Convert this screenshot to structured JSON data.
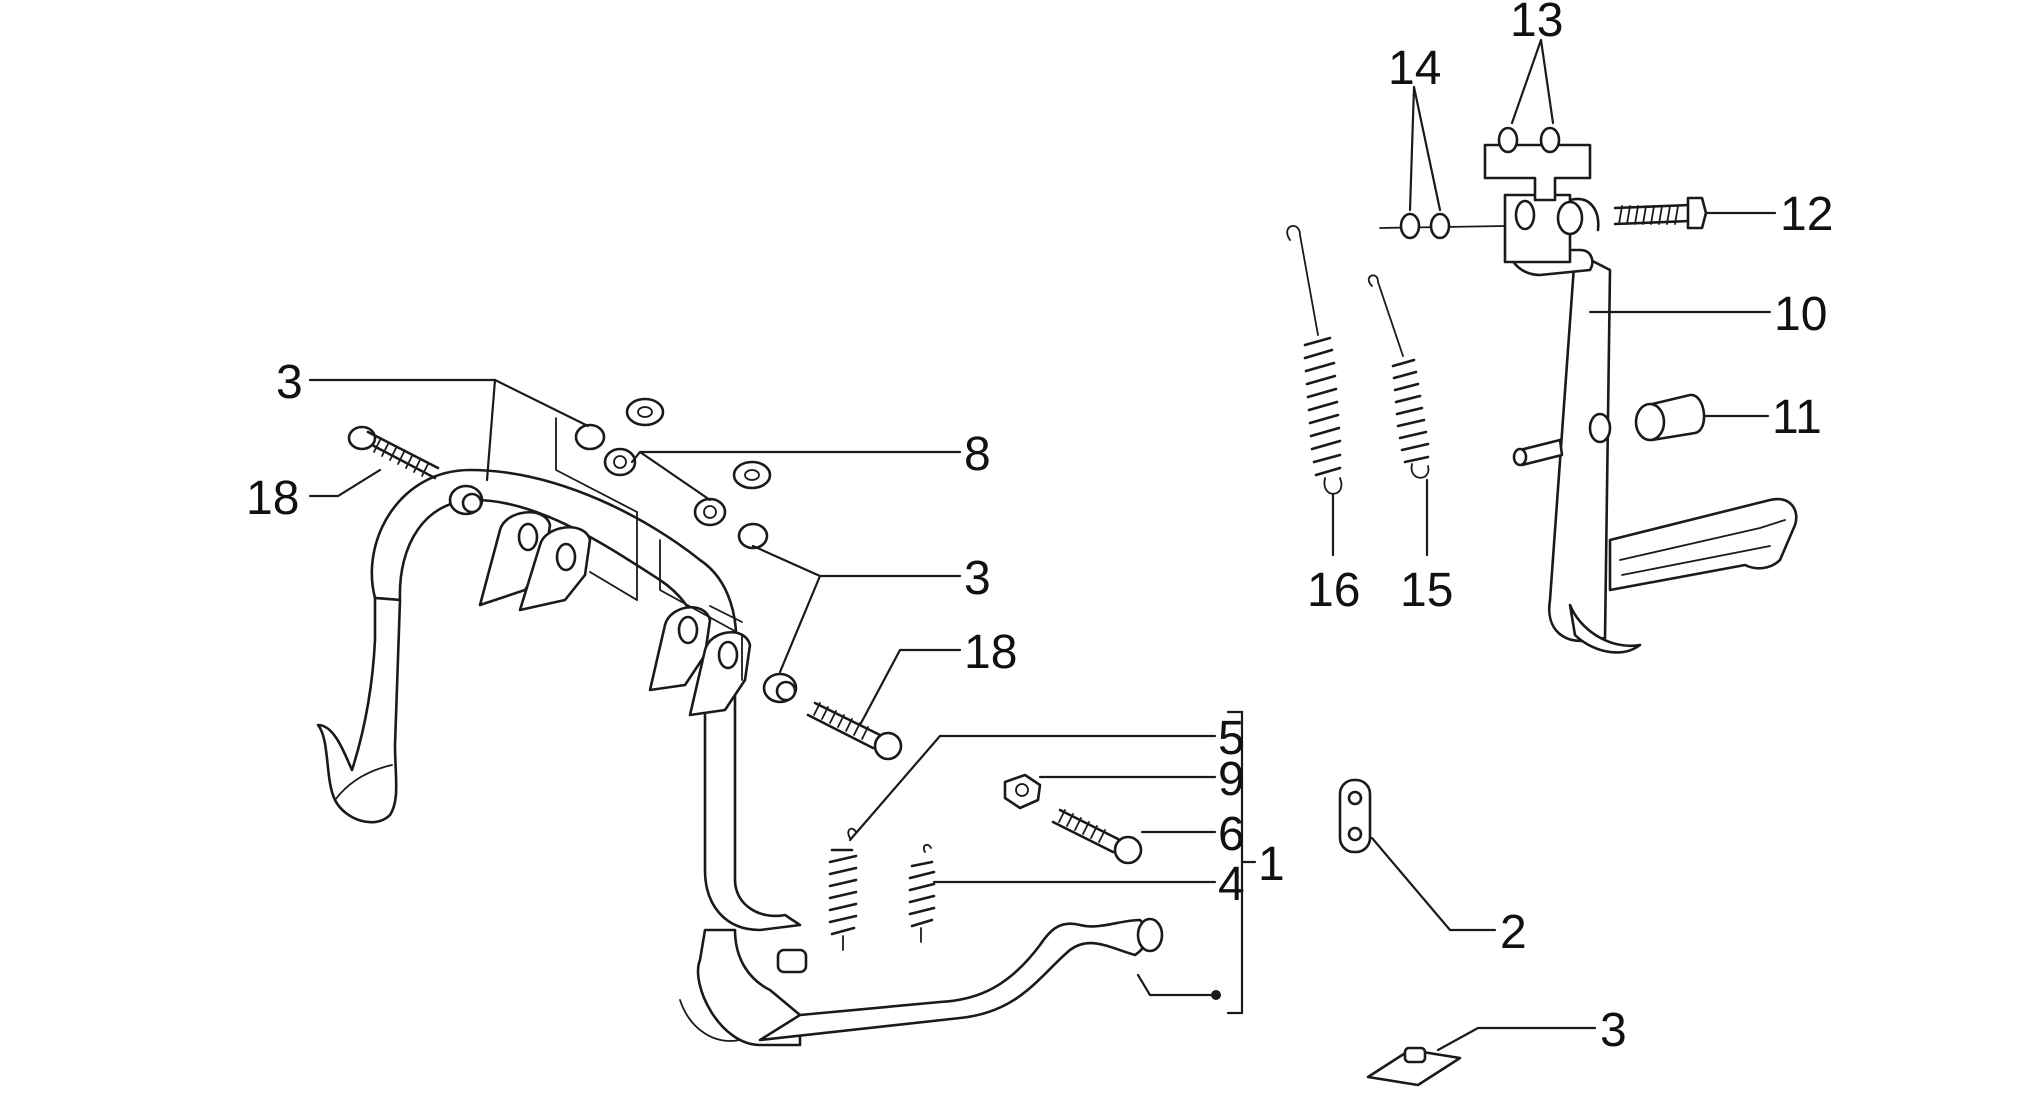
{
  "diagram": {
    "callouts": [
      {
        "label": "13"
      },
      {
        "label": "14"
      },
      {
        "label": "12"
      },
      {
        "label": "10"
      },
      {
        "label": "11"
      },
      {
        "label": "16"
      },
      {
        "label": "15"
      },
      {
        "label": "3"
      },
      {
        "label": "18"
      },
      {
        "label": "8"
      },
      {
        "label": "3"
      },
      {
        "label": "18"
      },
      {
        "label": "5"
      },
      {
        "label": "9"
      },
      {
        "label": "6"
      },
      {
        "label": "1"
      },
      {
        "label": "4"
      },
      {
        "label": "2"
      },
      {
        "label": "3"
      }
    ]
  }
}
